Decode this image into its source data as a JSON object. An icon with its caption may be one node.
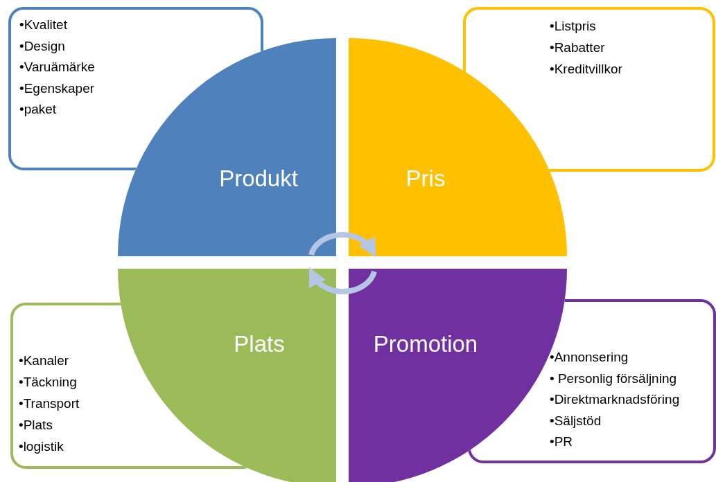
{
  "diagram": {
    "nodes": [
      {
        "text": [
          "•Kvalitet",
          "•Design",
          "•Varuämärke",
          "•Egenskaper",
          "•paket"
        ]
      },
      {
        "text": [
          "•Listpris",
          "•Rabatter",
          "•Kreditvillkor"
        ]
      },
      {
        "text": [
          "Produkt"
        ]
      },
      {
        "text": [
          "Pris"
        ]
      },
      {
        "text": [
          "Plats"
        ]
      },
      {
        "text": [
          "Promotion"
        ]
      },
      {
        "text": [
          "•Kanaler",
          "•Täckning",
          "•Transport",
          "•Plats",
          "•logistik"
        ]
      },
      {
        "text": [
          "•Annonsering",
          "• Personlig försäljning",
          "•Direktmarknadsföring",
          "•Säljstöd",
          "•PR"
        ]
      }
    ],
    "edges": [
      {
        "from": 2,
        "to": 3,
        "arrow": "to"
      },
      {
        "from": 5,
        "to": 4,
        "arrow": "to"
      }
    ]
  }
}
